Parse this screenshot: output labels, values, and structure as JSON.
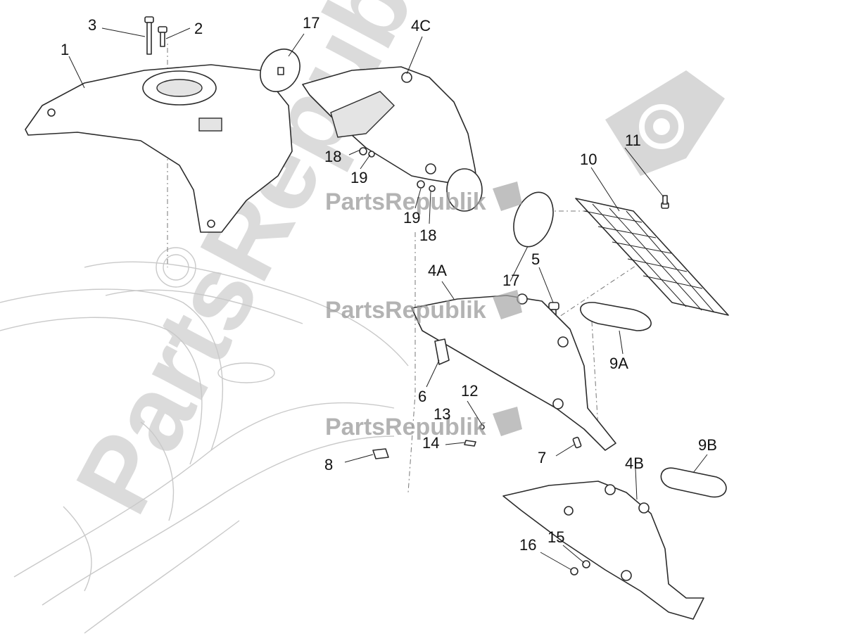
{
  "watermark": {
    "brand": "PartsRepublik",
    "stamp_text": "PartsRepublik",
    "icon": "gear-flag-icon",
    "color": "#bfbfbf"
  },
  "callouts": {
    "c1": "1",
    "c2": "2",
    "c3": "3",
    "c4a": "4A",
    "c4b": "4B",
    "c4c": "4C",
    "c5": "5",
    "c6": "6",
    "c7": "7",
    "c8": "8",
    "c9a": "9A",
    "c9b": "9B",
    "c10": "10",
    "c11": "11",
    "c12": "12",
    "c13": "13",
    "c14": "14",
    "c15": "15",
    "c16": "16",
    "c17a": "17",
    "c17b": "17",
    "c18a": "18",
    "c18b": "18",
    "c19a": "19",
    "c19b": "19"
  }
}
